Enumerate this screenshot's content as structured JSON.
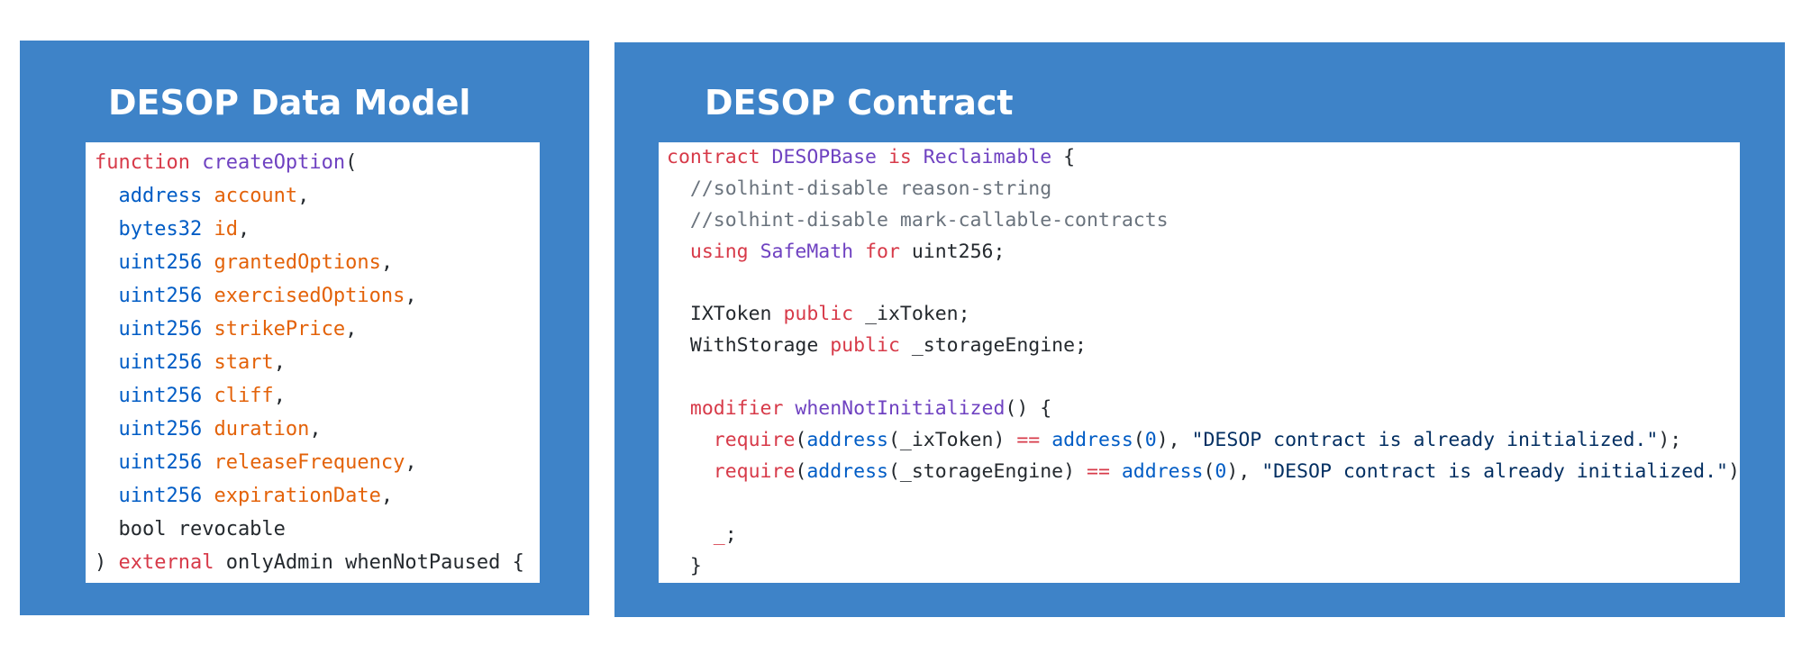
{
  "colors": {
    "panel_background": "#3e83c8",
    "code_background": "#ffffff",
    "keyword": "#d73a49",
    "function_name": "#6f42c1",
    "type": "#005cc5",
    "parameter": "#e36209",
    "comment": "#6a737d",
    "string": "#032f62",
    "plain": "#24292e"
  },
  "left_panel": {
    "title": "DESOP Data Model",
    "code_lines": [
      [
        {
          "t": "function ",
          "c": "kw"
        },
        {
          "t": "createOption",
          "c": "fn"
        },
        {
          "t": "(",
          "c": "plain"
        }
      ],
      [
        {
          "t": "  address ",
          "c": "type"
        },
        {
          "t": "account",
          "c": "param"
        },
        {
          "t": ",",
          "c": "plain"
        }
      ],
      [
        {
          "t": "  bytes32 ",
          "c": "type"
        },
        {
          "t": "id",
          "c": "param"
        },
        {
          "t": ",",
          "c": "plain"
        }
      ],
      [
        {
          "t": "  uint256 ",
          "c": "type"
        },
        {
          "t": "grantedOptions",
          "c": "param"
        },
        {
          "t": ",",
          "c": "plain"
        }
      ],
      [
        {
          "t": "  uint256 ",
          "c": "type"
        },
        {
          "t": "exercisedOptions",
          "c": "param"
        },
        {
          "t": ",",
          "c": "plain"
        }
      ],
      [
        {
          "t": "  uint256 ",
          "c": "type"
        },
        {
          "t": "strikePrice",
          "c": "param"
        },
        {
          "t": ",",
          "c": "plain"
        }
      ],
      [
        {
          "t": "  uint256 ",
          "c": "type"
        },
        {
          "t": "start",
          "c": "param"
        },
        {
          "t": ",",
          "c": "plain"
        }
      ],
      [
        {
          "t": "  uint256 ",
          "c": "type"
        },
        {
          "t": "cliff",
          "c": "param"
        },
        {
          "t": ",",
          "c": "plain"
        }
      ],
      [
        {
          "t": "  uint256 ",
          "c": "type"
        },
        {
          "t": "duration",
          "c": "param"
        },
        {
          "t": ",",
          "c": "plain"
        }
      ],
      [
        {
          "t": "  uint256 ",
          "c": "type"
        },
        {
          "t": "releaseFrequency",
          "c": "param"
        },
        {
          "t": ",",
          "c": "plain"
        }
      ],
      [
        {
          "t": "  uint256 ",
          "c": "type"
        },
        {
          "t": "expirationDate",
          "c": "param"
        },
        {
          "t": ",",
          "c": "plain"
        }
      ],
      [
        {
          "t": "  bool revocable",
          "c": "plain"
        }
      ],
      [
        {
          "t": ") ",
          "c": "plain"
        },
        {
          "t": "external",
          "c": "kw"
        },
        {
          "t": " onlyAdmin whenNotPaused {",
          "c": "plain"
        }
      ]
    ]
  },
  "right_panel": {
    "title": "DESOP Contract",
    "code_lines": [
      [
        {
          "t": "contract ",
          "c": "kw"
        },
        {
          "t": "DESOPBase",
          "c": "fn"
        },
        {
          "t": " is ",
          "c": "kw"
        },
        {
          "t": "Reclaimable",
          "c": "fn"
        },
        {
          "t": " {",
          "c": "plain"
        }
      ],
      [
        {
          "t": "  //solhint-disable reason-string",
          "c": "cmt"
        }
      ],
      [
        {
          "t": "  //solhint-disable mark-callable-contracts",
          "c": "cmt"
        }
      ],
      [
        {
          "t": "  ",
          "c": "plain"
        },
        {
          "t": "using ",
          "c": "kw"
        },
        {
          "t": "SafeMath",
          "c": "fn"
        },
        {
          "t": " for",
          "c": "kw"
        },
        {
          "t": " uint256;",
          "c": "plain"
        }
      ],
      [
        {
          "t": "",
          "c": "plain"
        }
      ],
      [
        {
          "t": "  IXToken ",
          "c": "plain"
        },
        {
          "t": "public",
          "c": "kw"
        },
        {
          "t": " _ixToken;",
          "c": "plain"
        }
      ],
      [
        {
          "t": "  WithStorage ",
          "c": "plain"
        },
        {
          "t": "public",
          "c": "kw"
        },
        {
          "t": " _storageEngine;",
          "c": "plain"
        }
      ],
      [
        {
          "t": "",
          "c": "plain"
        }
      ],
      [
        {
          "t": "  ",
          "c": "plain"
        },
        {
          "t": "modifier ",
          "c": "kw"
        },
        {
          "t": "whenNotInitialized",
          "c": "fn"
        },
        {
          "t": "() {",
          "c": "plain"
        }
      ],
      [
        {
          "t": "    ",
          "c": "plain"
        },
        {
          "t": "require",
          "c": "kw"
        },
        {
          "t": "(",
          "c": "plain"
        },
        {
          "t": "address",
          "c": "type"
        },
        {
          "t": "(_ixToken) ",
          "c": "plain"
        },
        {
          "t": "==",
          "c": "kw"
        },
        {
          "t": " ",
          "c": "plain"
        },
        {
          "t": "address",
          "c": "type"
        },
        {
          "t": "(",
          "c": "plain"
        },
        {
          "t": "0",
          "c": "num"
        },
        {
          "t": "), ",
          "c": "plain"
        },
        {
          "t": "\"DESOP contract is already initialized.\"",
          "c": "str"
        },
        {
          "t": ");",
          "c": "plain"
        }
      ],
      [
        {
          "t": "    ",
          "c": "plain"
        },
        {
          "t": "require",
          "c": "kw"
        },
        {
          "t": "(",
          "c": "plain"
        },
        {
          "t": "address",
          "c": "type"
        },
        {
          "t": "(_storageEngine) ",
          "c": "plain"
        },
        {
          "t": "==",
          "c": "kw"
        },
        {
          "t": " ",
          "c": "plain"
        },
        {
          "t": "address",
          "c": "type"
        },
        {
          "t": "(",
          "c": "plain"
        },
        {
          "t": "0",
          "c": "num"
        },
        {
          "t": "), ",
          "c": "plain"
        },
        {
          "t": "\"DESOP contract is already initialized.\"",
          "c": "str"
        },
        {
          "t": ");",
          "c": "plain"
        }
      ],
      [
        {
          "t": "",
          "c": "plain"
        }
      ],
      [
        {
          "t": "    ",
          "c": "plain"
        },
        {
          "t": "_",
          "c": "kw"
        },
        {
          "t": ";",
          "c": "plain"
        }
      ],
      [
        {
          "t": "  }",
          "c": "plain"
        }
      ]
    ]
  }
}
